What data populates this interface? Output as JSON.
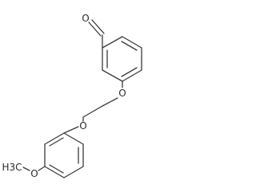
{
  "atoms": {
    "aldehyde_oxygen": "O",
    "ether_oxygen_upper": "O",
    "ether_oxygen_lower": "O",
    "methoxy_oxygen": "O",
    "methoxy_group": "H3C"
  }
}
